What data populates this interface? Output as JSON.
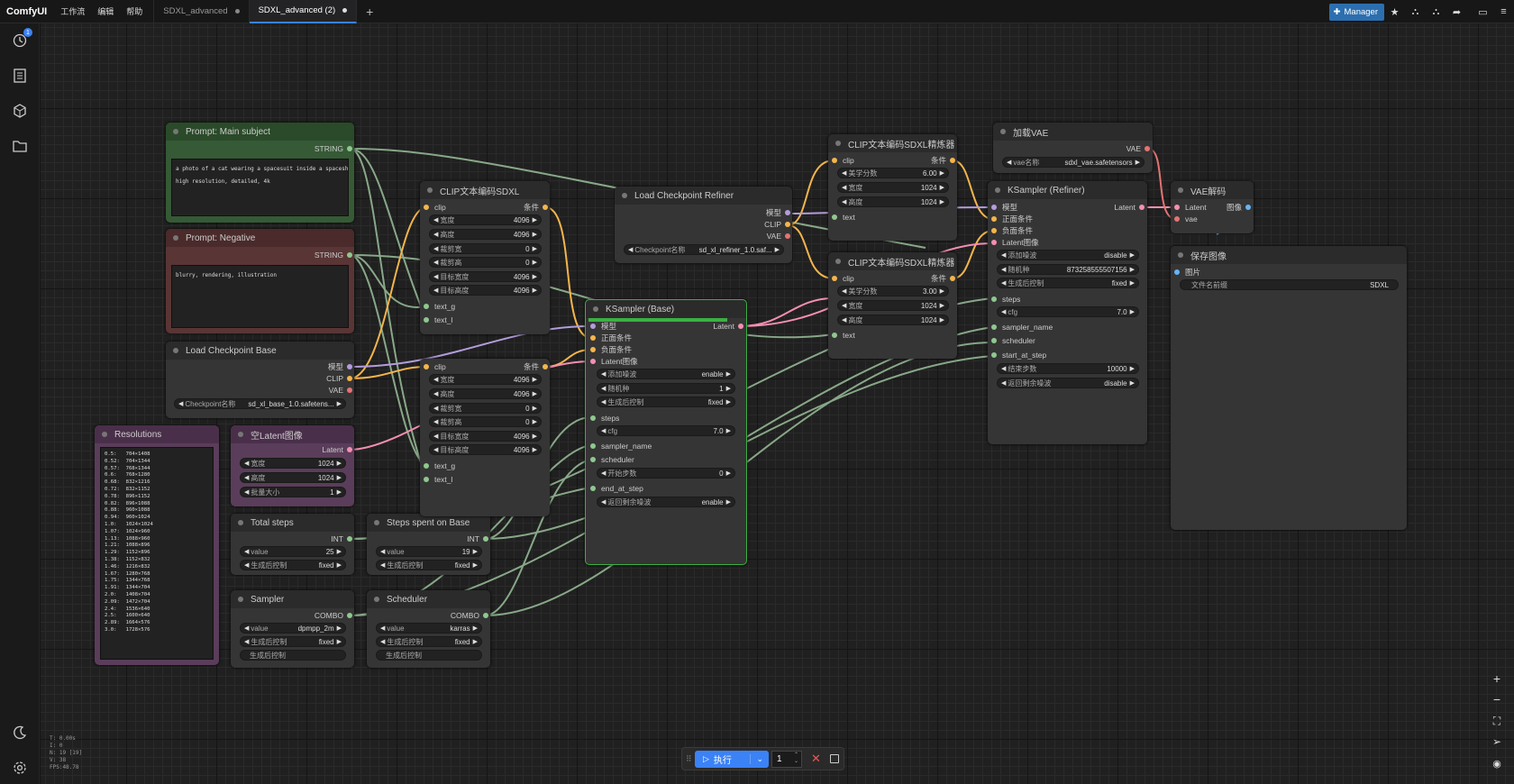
{
  "app": {
    "name": "ComfyUI",
    "menus": [
      "工作流",
      "编辑",
      "帮助"
    ],
    "tabs": [
      {
        "label": "SDXL_advanced",
        "active": false
      },
      {
        "label": "SDXL_advanced (2)",
        "active": true
      }
    ],
    "manager_label": "Manager",
    "history_badge": "1"
  },
  "nodes": {
    "main_subject": {
      "title": "Prompt: Main subject",
      "out": "STRING",
      "text": "a photo of a cat wearing a spacesuit inside a spaceship\nhigh resolution, detailed, 4k"
    },
    "negative": {
      "title": "Prompt: Negative",
      "out": "STRING",
      "text": "blurry, rendering, illustration"
    },
    "ckpt_base": {
      "title": "Load Checkpoint Base",
      "outs": [
        "模型",
        "CLIP",
        "VAE"
      ],
      "widget": {
        "label": "Checkpoint名称",
        "value": "sd_xl_base_1.0.safetens..."
      }
    },
    "resolutions": {
      "title": "Resolutions",
      "text": "0.5:   704×1408\n0.52:  704×1344\n0.57:  768×1344\n0.6:   768×1280\n0.68:  832×1216\n0.72:  832×1152\n0.78:  896×1152\n0.82:  896×1088\n0.88:  960×1088\n0.94:  960×1024\n1.0:   1024×1024\n1.07:  1024×960\n1.13:  1088×960\n1.21:  1088×896\n1.29:  1152×896\n1.38:  1152×832\n1.46:  1216×832\n1.67:  1280×768\n1.75:  1344×768\n1.91:  1344×704\n2.0:   1408×704\n2.09:  1472×704\n2.4:   1536×640\n2.5:   1600×640\n2.89:  1664×576\n3.0:   1728×576"
    },
    "empty_latent": {
      "title": "空Latent图像",
      "out": "Latent",
      "widgets": [
        {
          "label": "宽度",
          "value": "1024"
        },
        {
          "label": "高度",
          "value": "1024"
        },
        {
          "label": "批量大小",
          "value": "1"
        }
      ]
    },
    "total_steps": {
      "title": "Total steps",
      "out": "INT",
      "widgets": [
        {
          "label": "value",
          "value": "25"
        },
        {
          "label": "生成后控制",
          "value": "fixed"
        }
      ]
    },
    "steps_base": {
      "title": "Steps spent on Base",
      "out": "INT",
      "widgets": [
        {
          "label": "value",
          "value": "19"
        },
        {
          "label": "生成后控制",
          "value": "fixed"
        }
      ]
    },
    "sampler": {
      "title": "Sampler",
      "out": "COMBO",
      "widgets": [
        {
          "label": "value",
          "value": "dpmpp_2m"
        },
        {
          "label": "生成后控制",
          "value": "fixed"
        }
      ],
      "filter": "生成后控制"
    },
    "scheduler": {
      "title": "Scheduler",
      "out": "COMBO",
      "widgets": [
        {
          "label": "value",
          "value": "karras"
        },
        {
          "label": "生成后控制",
          "value": "fixed"
        }
      ],
      "filter": "生成后控制"
    },
    "clip_sdxl": {
      "title": "CLIP文本编码SDXL",
      "out": "条件",
      "in": "clip",
      "widgets": [
        {
          "label": "宽度",
          "value": "4096"
        },
        {
          "label": "高度",
          "value": "4096"
        },
        {
          "label": "裁剪宽",
          "value": "0"
        },
        {
          "label": "裁剪高",
          "value": "0"
        },
        {
          "label": "目标宽度",
          "value": "4096"
        },
        {
          "label": "目标高度",
          "value": "4096"
        }
      ],
      "ins2": [
        "text_g",
        "text_l"
      ]
    },
    "ckpt_refiner": {
      "title": "Load Checkpoint Refiner",
      "outs": [
        "模型",
        "CLIP",
        "VAE"
      ],
      "widget": {
        "label": "Checkpoint名称",
        "value": "sd_xl_refiner_1.0.saf..."
      }
    },
    "ksampler_base": {
      "title": "KSampler (Base)",
      "out": "Latent",
      "ins": [
        "模型",
        "正面条件",
        "负面条件",
        "Latent图像"
      ],
      "widgets": [
        {
          "label": "添加噪波",
          "value": "enable"
        },
        {
          "label": "随机种",
          "value": "1"
        },
        {
          "label": "生成后控制",
          "value": "fixed"
        }
      ],
      "steps": "steps",
      "cfg": {
        "label": "cfg",
        "value": "7.0"
      },
      "sampler_name": "sampler_name",
      "scheduler": "scheduler",
      "start": {
        "label": "开始步数",
        "value": "0"
      },
      "end": "end_at_step",
      "ret": {
        "label": "返回剩余噪波",
        "value": "enable"
      }
    },
    "refiner_clip1": {
      "title": "CLIP文本编码SDXL精炼器",
      "in": "clip",
      "out": "条件",
      "widgets": [
        {
          "label": "美学分数",
          "value": "6.00"
        },
        {
          "label": "宽度",
          "value": "1024"
        },
        {
          "label": "高度",
          "value": "1024"
        }
      ],
      "text": "text"
    },
    "refiner_clip2": {
      "title": "CLIP文本编码SDXL精炼器",
      "in": "clip",
      "out": "条件",
      "widgets": [
        {
          "label": "美学分数",
          "value": "3.00"
        },
        {
          "label": "宽度",
          "value": "1024"
        },
        {
          "label": "高度",
          "value": "1024"
        }
      ],
      "text": "text"
    },
    "load_vae": {
      "title": "加载VAE",
      "out": "VAE",
      "widget": {
        "label": "vae名称",
        "value": "sdxl_vae.safetensors"
      }
    },
    "ksampler_refiner": {
      "title": "KSampler (Refiner)",
      "out": "Latent",
      "ins": [
        "模型",
        "正面条件",
        "负面条件",
        "Latent图像"
      ],
      "widgets": [
        {
          "label": "添加噪波",
          "value": "disable"
        },
        {
          "label": "随机种",
          "value": "873258555507156"
        },
        {
          "label": "生成后控制",
          "value": "fixed"
        }
      ],
      "steps": "steps",
      "cfg": {
        "label": "cfg",
        "value": "7.0"
      },
      "sampler_name": "sampler_name",
      "scheduler": "scheduler",
      "start_at": "start_at_step",
      "end": {
        "label": "结束步数",
        "value": "10000"
      },
      "ret": {
        "label": "返回剩余噪波",
        "value": "disable"
      }
    },
    "vae_decode": {
      "title": "VAE解码",
      "ins": [
        "Latent",
        "vae"
      ],
      "out": "图像"
    },
    "save_image": {
      "title": "保存图像",
      "in": "图片",
      "widget": {
        "label": "文件名前缀",
        "value": "SDXL"
      }
    }
  },
  "runbar": {
    "run_label": "执行",
    "count": "1"
  },
  "stats": [
    "T: 0.00s",
    "I: 0",
    "N: 19 [19]",
    "V: 38",
    "FPS:48.78"
  ]
}
